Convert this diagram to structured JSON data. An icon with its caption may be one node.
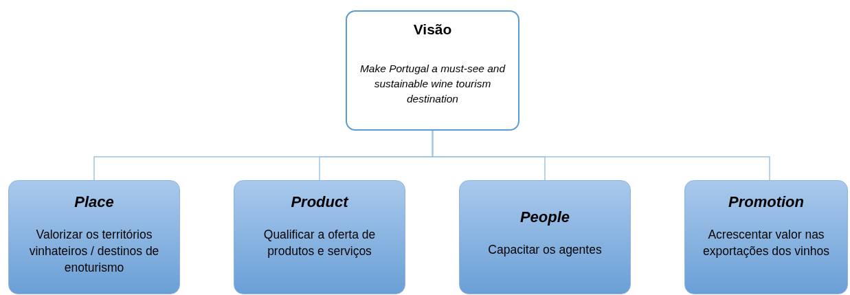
{
  "diagram": {
    "nodes": [
      {
        "text": [
          "Visão",
          "Make Portugal a must-see and sustainable wine tourism destination"
        ]
      },
      {
        "text": [
          "Place",
          "Valorizar os territórios vinhateiros / destinos de enoturismo"
        ]
      },
      {
        "text": [
          "Product",
          "Qualificar a oferta de produtos e serviços"
        ]
      },
      {
        "text": [
          "People",
          "Capacitar os agentes"
        ]
      },
      {
        "text": [
          "Promotion",
          "Acrescentar valor nas exportações dos vinhos"
        ]
      }
    ],
    "edges": [
      {
        "from": 0,
        "to": 1,
        "arrow": "none"
      },
      {
        "from": 0,
        "to": 2,
        "arrow": "none"
      },
      {
        "from": 0,
        "to": 3,
        "arrow": "none"
      },
      {
        "from": 0,
        "to": 4,
        "arrow": "none"
      }
    ]
  }
}
